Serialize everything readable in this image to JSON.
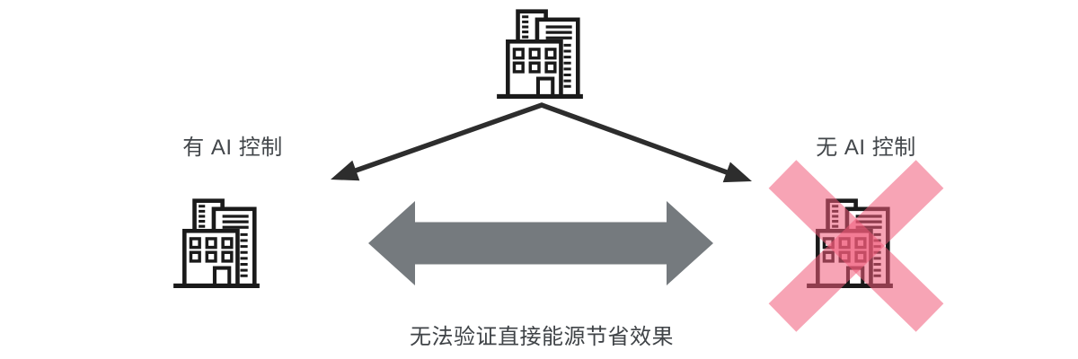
{
  "diagram": {
    "top": {
      "icon": "building-icon"
    },
    "left_branch": {
      "label": "有 AI 控制",
      "icon": "building-icon"
    },
    "right_branch": {
      "label": "无 AI 控制",
      "icon": "building-icon",
      "overlay_icon": "cross-x-icon"
    },
    "connectors": {
      "split_arrows": "two-black-arrows-from-top-building",
      "comparison_arrow": "gray-double-headed-arrow"
    },
    "caption": "无法验证直接能源节省效果",
    "colors": {
      "background": "#ffffff",
      "building_stroke": "#1a1a1a",
      "split_arrow": "#2d2d2d",
      "comparison_arrow_gray": "#757a7e",
      "cross_pink": "#f5a2b3",
      "text": "#42464a"
    }
  }
}
